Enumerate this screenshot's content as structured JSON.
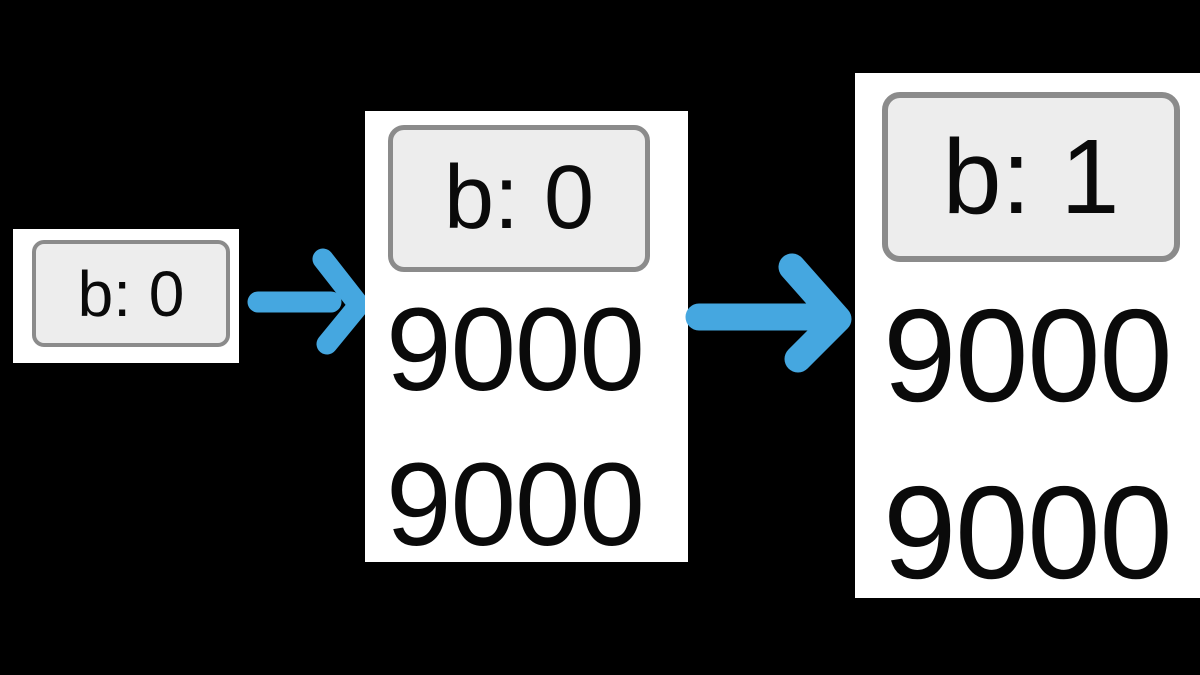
{
  "colors": {
    "background": "#000000",
    "panel": "#ffffff",
    "button_fill": "#ededed",
    "button_border": "#8b8b8b",
    "text": "#0a0a0a",
    "arrow": "#45a7e0"
  },
  "stages": [
    {
      "button_label": "b: 0",
      "numbers": []
    },
    {
      "button_label": "b: 0",
      "numbers": [
        "9000",
        "9000"
      ]
    },
    {
      "button_label": "b: 1",
      "numbers": [
        "9000",
        "9000"
      ]
    }
  ],
  "arrows": [
    {
      "direction": "right"
    },
    {
      "direction": "right"
    }
  ]
}
